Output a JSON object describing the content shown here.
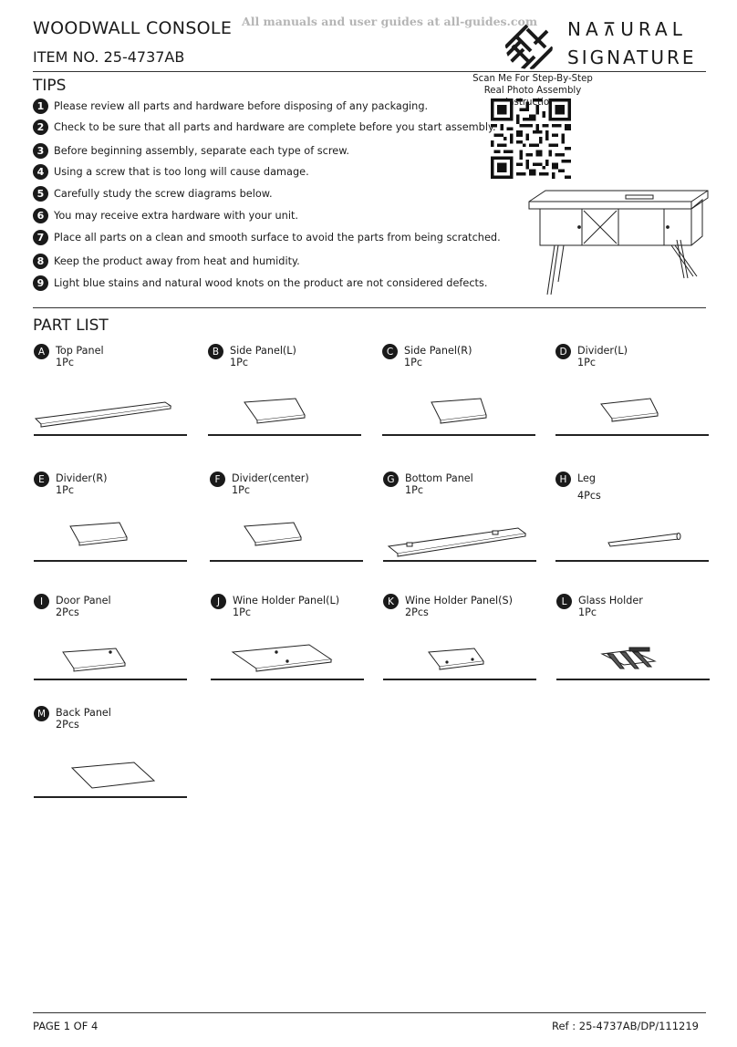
{
  "header": {
    "title": "WOODWALL CONSOLE",
    "item_no": "ITEM NO. 25-4737AB",
    "watermark": "All manuals and user guides at all-guides.com",
    "brand_line1": "NA⊼URAL",
    "brand_line2": "SIGNATURE",
    "logo_icon": "brand-stripes-logo"
  },
  "tips": {
    "heading": "TIPS",
    "items": [
      {
        "num": "1",
        "text": "Please review all parts and hardware before disposing of any packaging."
      },
      {
        "num": "2",
        "text": "Check to be sure that all parts and hardware are complete before you start assembly."
      },
      {
        "num": "3",
        "text": "Before beginning assembly, separate each type of screw."
      },
      {
        "num": "4",
        "text": "Using a screw that is too long will cause damage."
      },
      {
        "num": "5",
        "text": "Carefully study the screw diagrams below."
      },
      {
        "num": "6",
        "text": "You may receive extra hardware with your unit."
      },
      {
        "num": "7",
        "text": "Place all parts on a clean and smooth surface to avoid the parts from being scratched."
      },
      {
        "num": "8",
        "text": "Keep the product away from heat and humidity."
      },
      {
        "num": "9",
        "text": "Light blue stains and natural wood knots on the product are not considered defects."
      }
    ]
  },
  "qr": {
    "caption_line1": "Scan Me For Step-By-Step",
    "caption_line2": "Real Photo Assembly Instructions"
  },
  "parts": {
    "heading": "PART LIST",
    "items": [
      {
        "letter": "A",
        "name": "Top Panel",
        "qty": "1Pc"
      },
      {
        "letter": "B",
        "name": "Side Panel(L)",
        "qty": "1Pc"
      },
      {
        "letter": "C",
        "name": "Side Panel(R)",
        "qty": "1Pc"
      },
      {
        "letter": "D",
        "name": "Divider(L)",
        "qty": "1Pc"
      },
      {
        "letter": "E",
        "name": "Divider(R)",
        "qty": "1Pc"
      },
      {
        "letter": "F",
        "name": "Divider(center)",
        "qty": "1Pc"
      },
      {
        "letter": "G",
        "name": "Bottom Panel",
        "qty": "1Pc"
      },
      {
        "letter": "H",
        "name": "Leg",
        "qty": "4Pcs"
      },
      {
        "letter": "I",
        "name": "Door Panel",
        "qty": "2Pcs"
      },
      {
        "letter": "J",
        "name": "Wine Holder Panel(L)",
        "qty": "1Pc"
      },
      {
        "letter": "K",
        "name": "Wine Holder Panel(S)",
        "qty": "2Pcs"
      },
      {
        "letter": "L",
        "name": "Glass Holder",
        "qty": "1Pc"
      },
      {
        "letter": "M",
        "name": "Back Panel",
        "qty": "2Pcs"
      }
    ]
  },
  "footer": {
    "page": "PAGE 1 OF 4",
    "ref": "Ref : 25-4737AB/DP/111219"
  }
}
